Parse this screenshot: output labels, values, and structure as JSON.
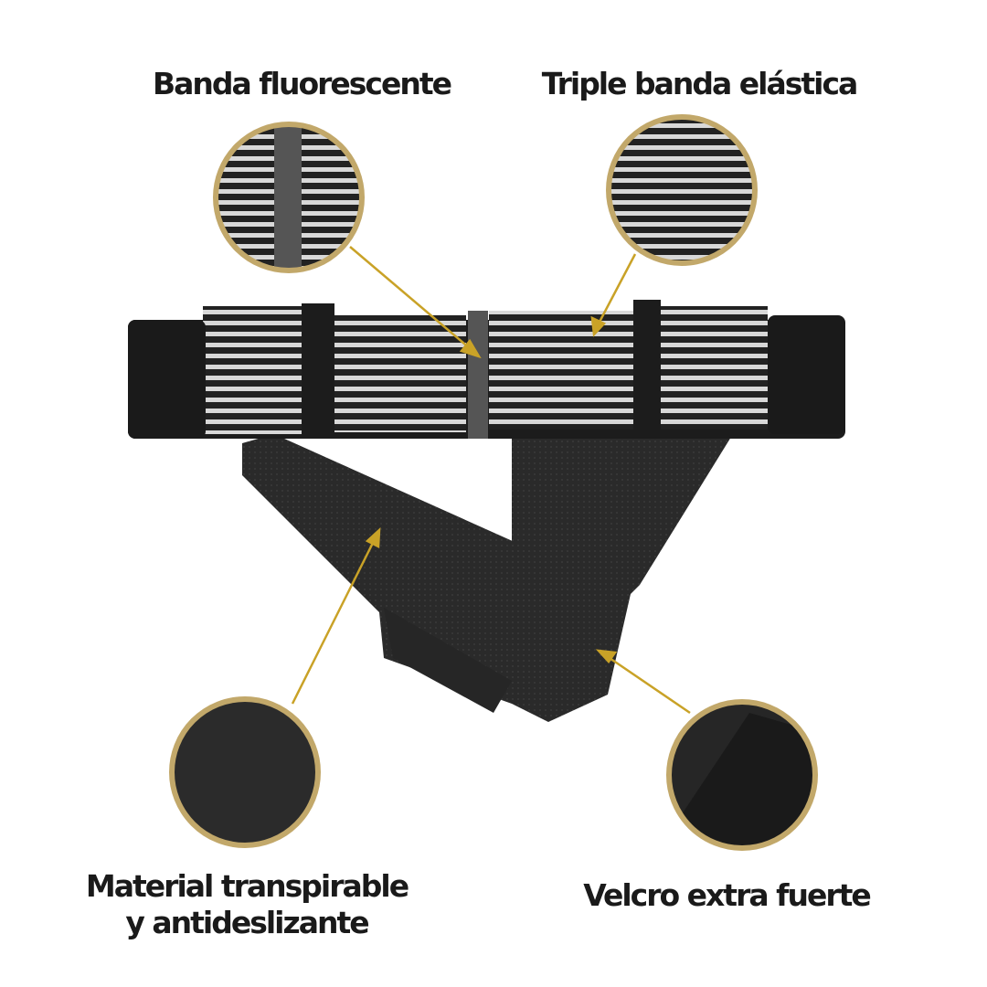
{
  "labels": {
    "fluorescent_band": "Banda fluorescente",
    "triple_band": "Triple banda elástica",
    "material_line1": "Material transpirable",
    "material_line2": "y antideslizante",
    "velcro": "Velcro extra fuerte"
  },
  "colors": {
    "ring_gold": "#c2a86a",
    "arrow_gold": "#c9a227",
    "belt_black": "#1c1c1c",
    "stripe_silver": "#d8d8d8"
  }
}
